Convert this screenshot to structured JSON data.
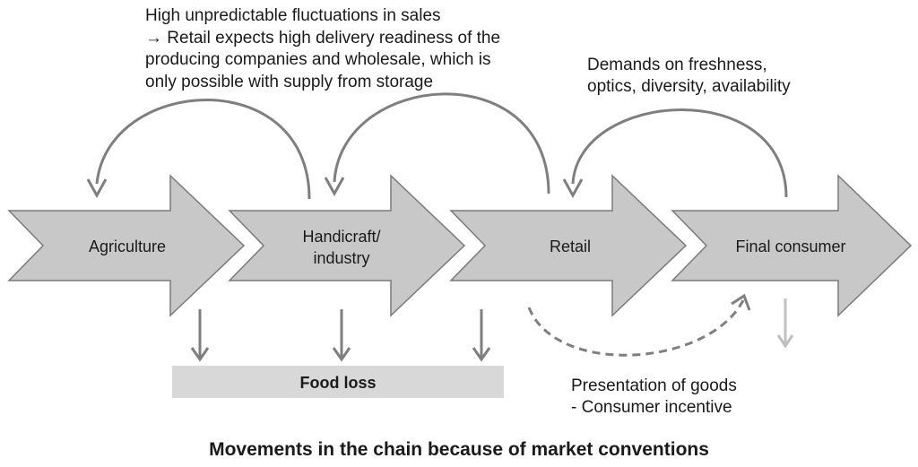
{
  "colors": {
    "arrow_fill": "#c8c8c8",
    "arrow_stroke": "#7a7a7a",
    "connector": "#7f7f7f",
    "light_connector": "#bfbfbf",
    "loss_box": "#d8d8d8",
    "text": "#1a1a1a"
  },
  "notes": {
    "sales_line1": "High unpredictable fluctuations in sales",
    "sales_line2": "→ Retail expects high delivery readiness of the",
    "sales_line3": "producing companies and wholesale, which is",
    "sales_line4": "only possible with supply from storage",
    "demands_line1": "Demands on freshness,",
    "demands_line2": "optics, diversity, availability",
    "presentation_line1": "Presentation of goods",
    "presentation_line2": "- Consumer incentive"
  },
  "stages": {
    "agriculture": "Agriculture",
    "handicraft_line1": "Handicraft/",
    "handicraft_line2": "industry",
    "retail": "Retail",
    "consumer": "Final consumer"
  },
  "food_loss": "Food loss",
  "title": "Movements in the chain because of market conventions",
  "icons": [
    "curved-feedback-arrow",
    "down-arrow",
    "dashed-curved-arrow"
  ]
}
